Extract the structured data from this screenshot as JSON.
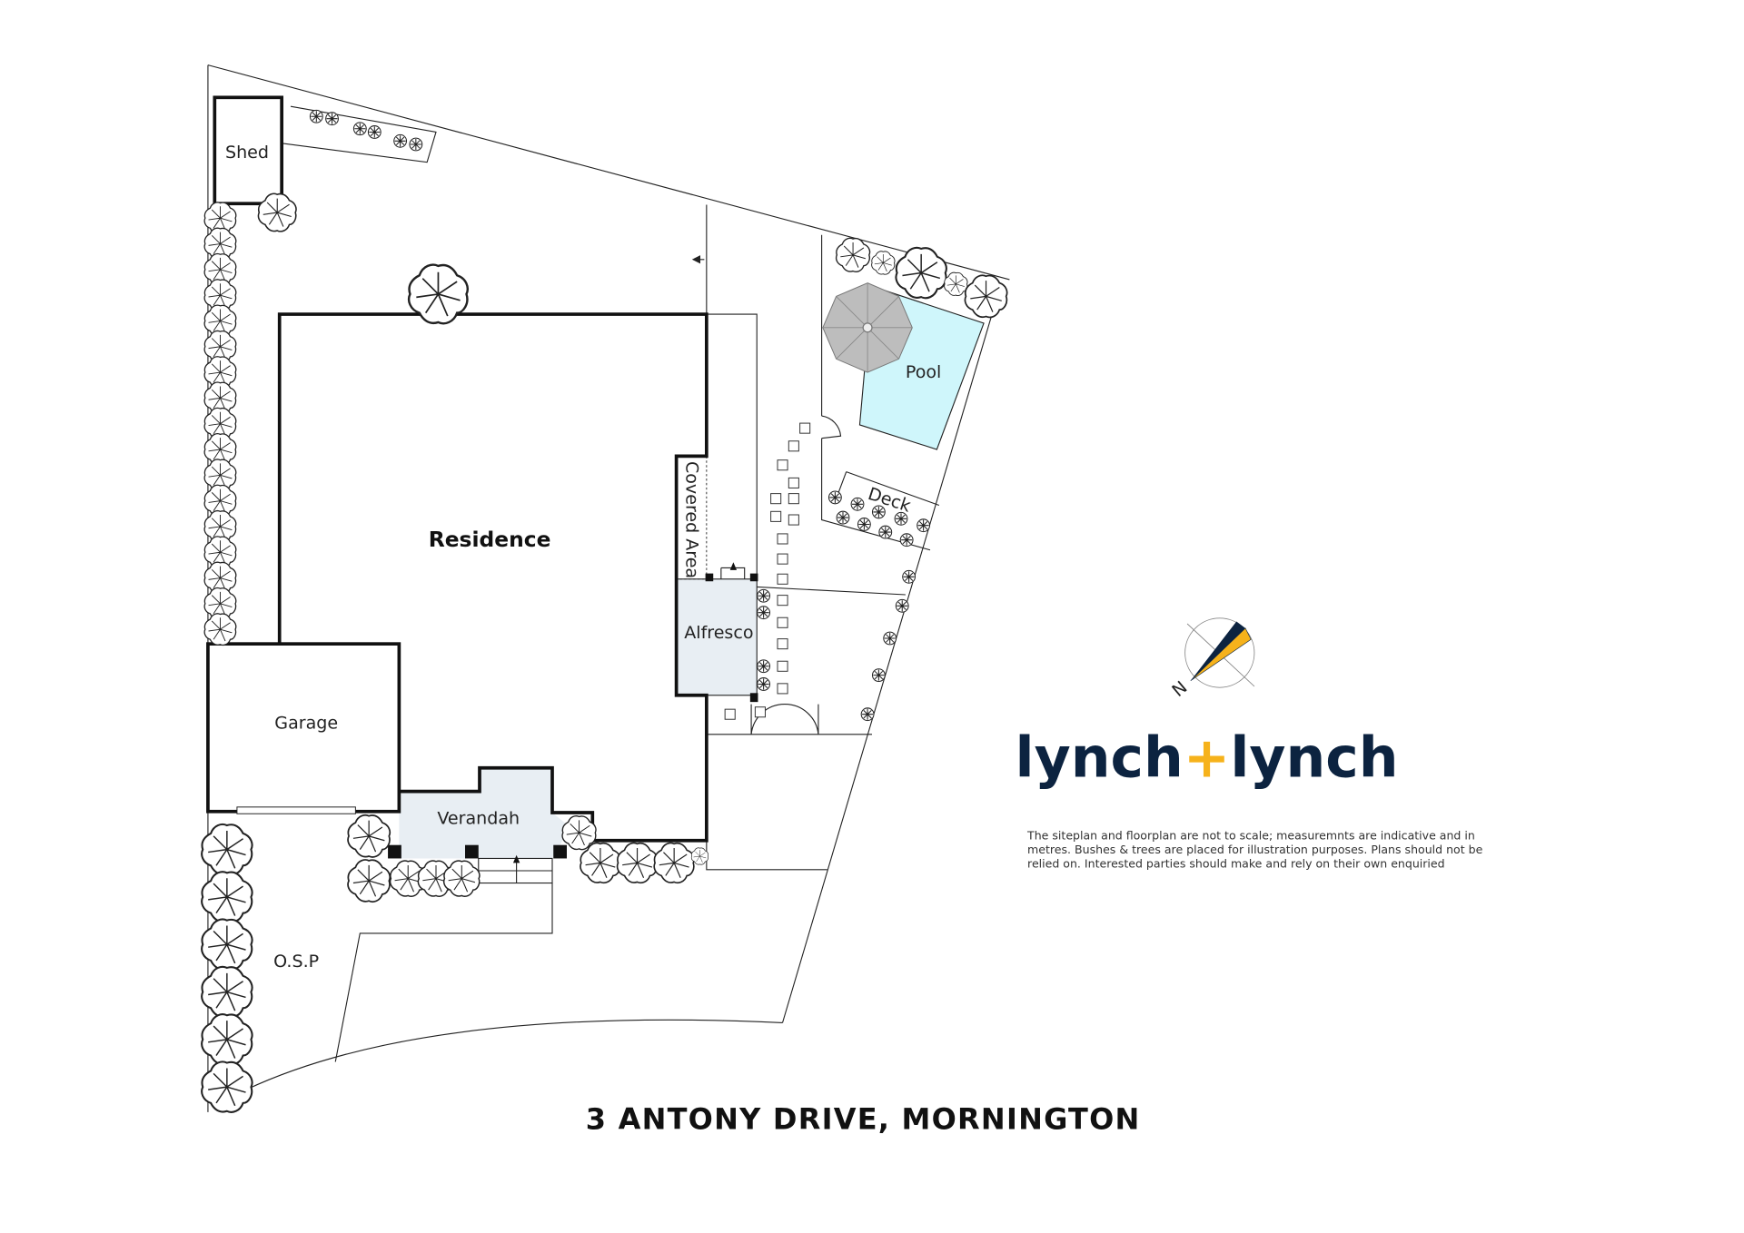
{
  "labels": {
    "shed": "Shed",
    "residence": "Residence",
    "covered_area": "Covered Area",
    "alfresco": "Alfresco",
    "pool": "Pool",
    "deck": "Deck",
    "garage": "Garage",
    "verandah": "Verandah",
    "osp": "O.S.P"
  },
  "title": "3 ANTONY DRIVE, MORNINGTON",
  "logo": {
    "left": "lynch",
    "plus": "+",
    "right": "lynch"
  },
  "compass": {
    "north_label": "N"
  },
  "disclaimer": [
    "The siteplan and floorplan are not to scale; measuremnts are indicative and in",
    "metres. Bushes & trees are placed for illustration purposes. Plans should not be",
    "relied on. Interested parties should make and rely on their own enquiried"
  ],
  "colors": {
    "navy": "#0c2340",
    "gold": "#f6b21b",
    "pool": "#cff6fb",
    "covered": "#e8eef3",
    "umbrella": "#bdbdbd"
  }
}
